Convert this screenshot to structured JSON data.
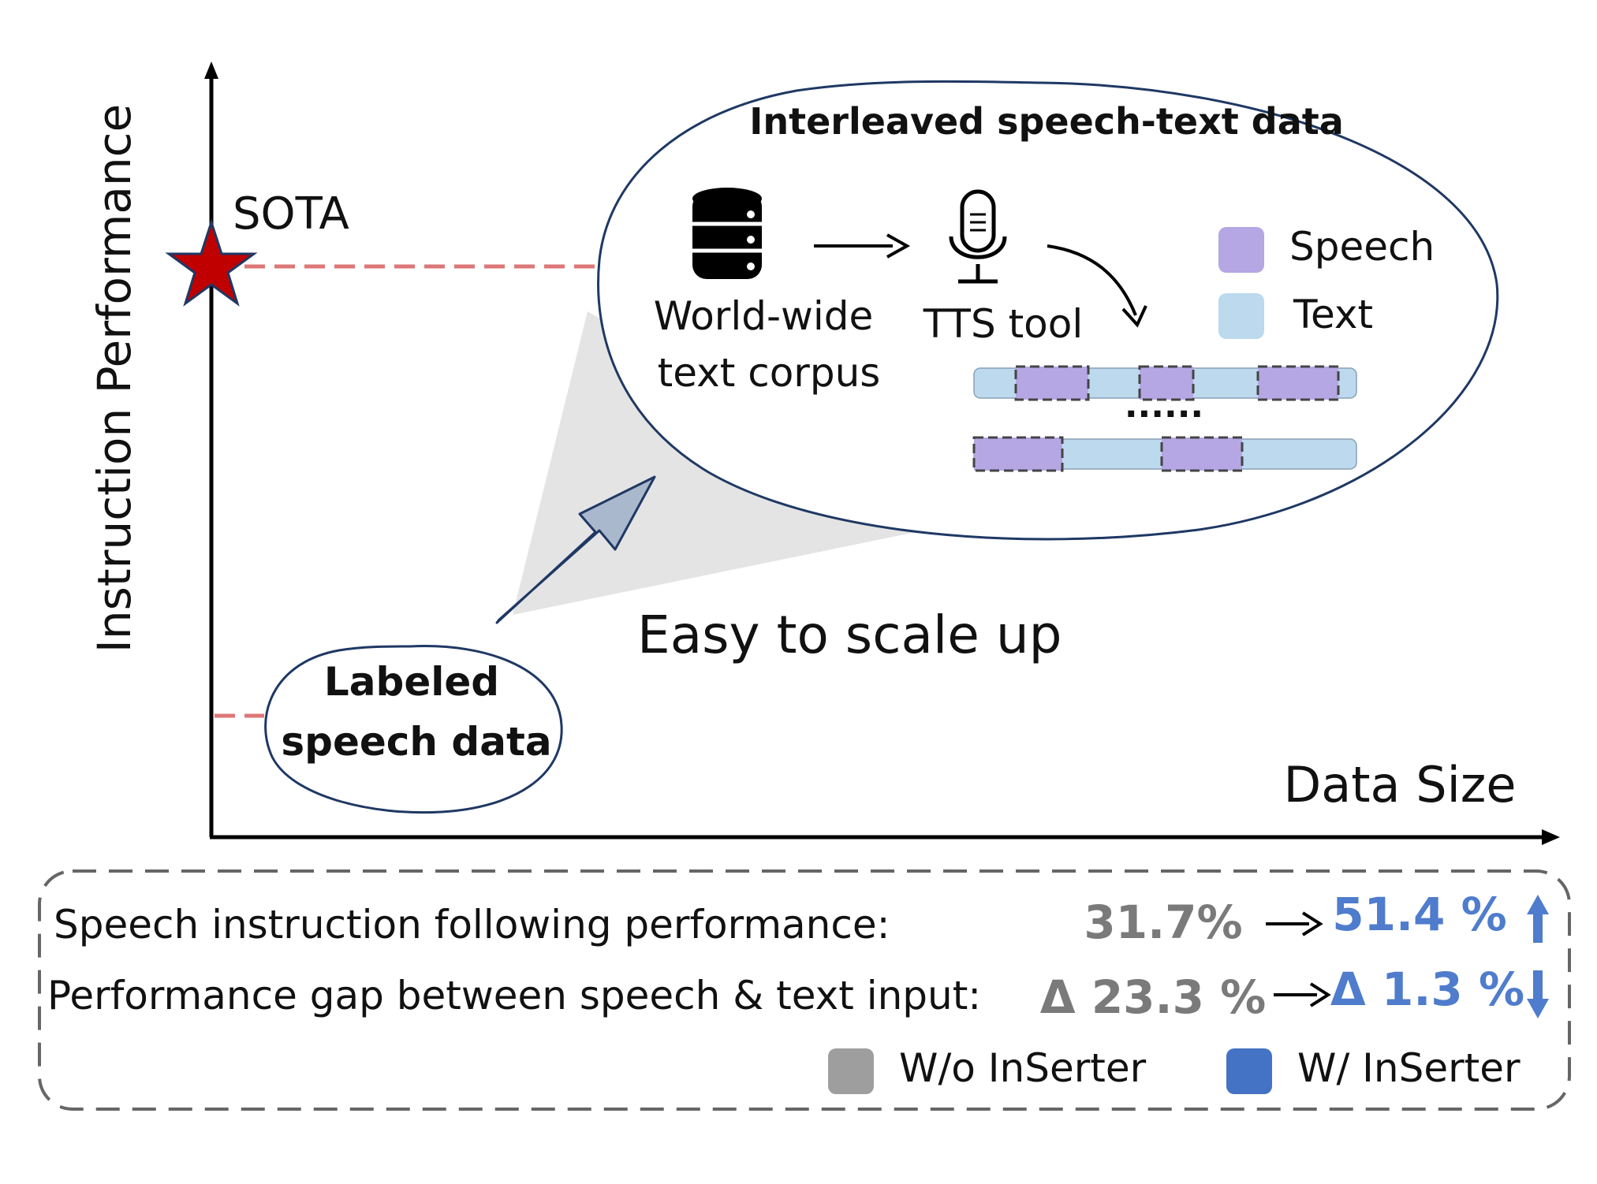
{
  "axes": {
    "y_label": "Instruction Performance",
    "x_label": "Data Size"
  },
  "sota_label": "SOTA",
  "bubble_large": {
    "title": "Interleaved speech-text data",
    "corpus_label_line1": "World-wide",
    "corpus_label_line2": "text corpus",
    "tts_label": "TTS tool",
    "legend_speech": "Speech",
    "legend_text": "Text",
    "ellipsis": "······"
  },
  "bubble_small": {
    "line1": "Labeled",
    "line2": "speech data"
  },
  "scale_label": "Easy to scale up",
  "results": {
    "row1_label": "Speech instruction following performance:",
    "row1_before": "31.7%",
    "row1_after": "51.4 %",
    "row2_label": "Performance gap between speech & text input:",
    "row2_before": "Δ 23.3 %",
    "row2_after": "Δ 1.3 %",
    "legend_without": "W/o InSerter",
    "legend_with": "W/ InSerter"
  },
  "colors": {
    "speech": "#b4a7e3",
    "text": "#bcd9ee",
    "without": "#9e9e9e",
    "with": "#4472c4",
    "after_text": "#4f7ccc",
    "before_text": "#7a7a7a",
    "star": "#c00000",
    "dashed_red": "#dd7777",
    "scale_arrow": "#a9b8cc"
  }
}
